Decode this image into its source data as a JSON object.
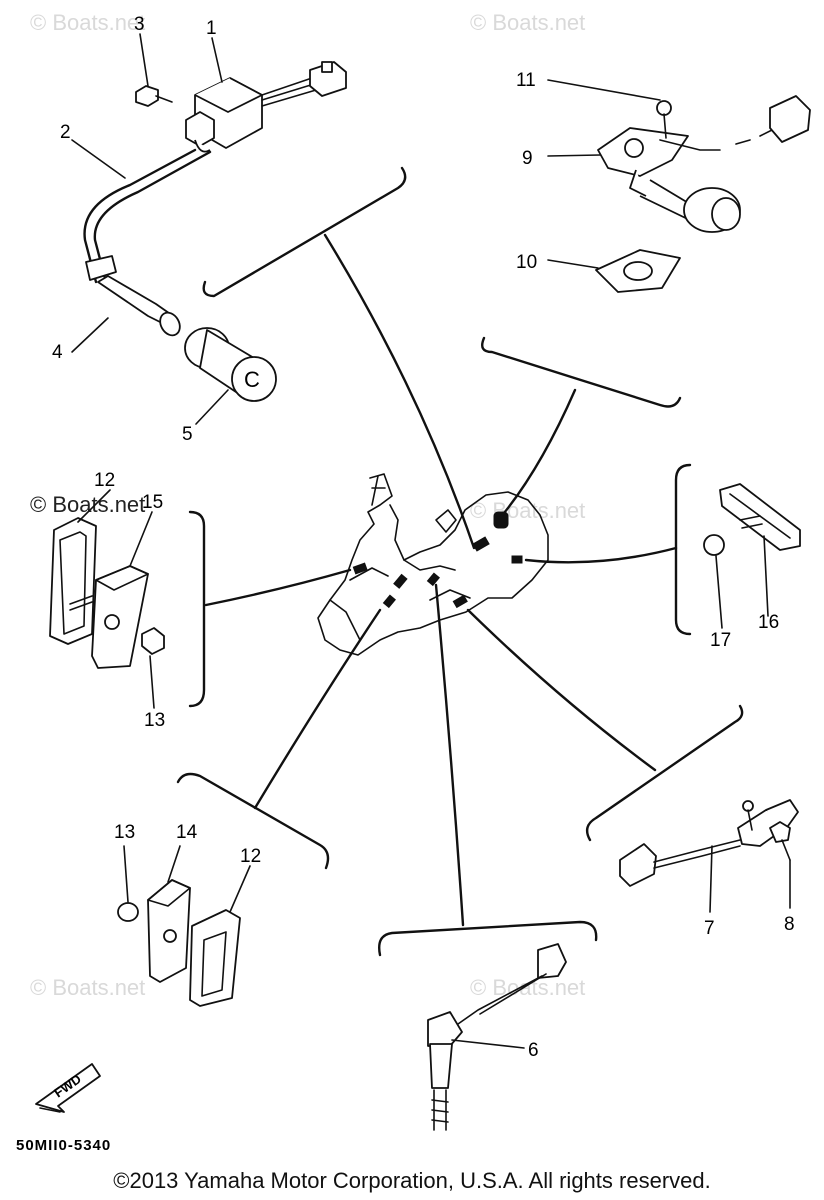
{
  "watermark": "© Boats.net",
  "watermark_dark": "© Boats.net",
  "diagram_code": "50MII0-5340",
  "direction_label": "FWD",
  "footer": "©2013 Yamaha Motor Corporation, U.S.A. All rights reserved.",
  "callouts": {
    "c1": "1",
    "c2": "2",
    "c3": "3",
    "c4": "4",
    "c5": "5",
    "c6": "6",
    "c7": "7",
    "c8": "8",
    "c9": "9",
    "c10": "10",
    "c11": "11",
    "c12a": "12",
    "c12b": "12",
    "c13a": "13",
    "c13b": "13",
    "c14": "14",
    "c15": "15",
    "c16": "16",
    "c17": "17"
  }
}
